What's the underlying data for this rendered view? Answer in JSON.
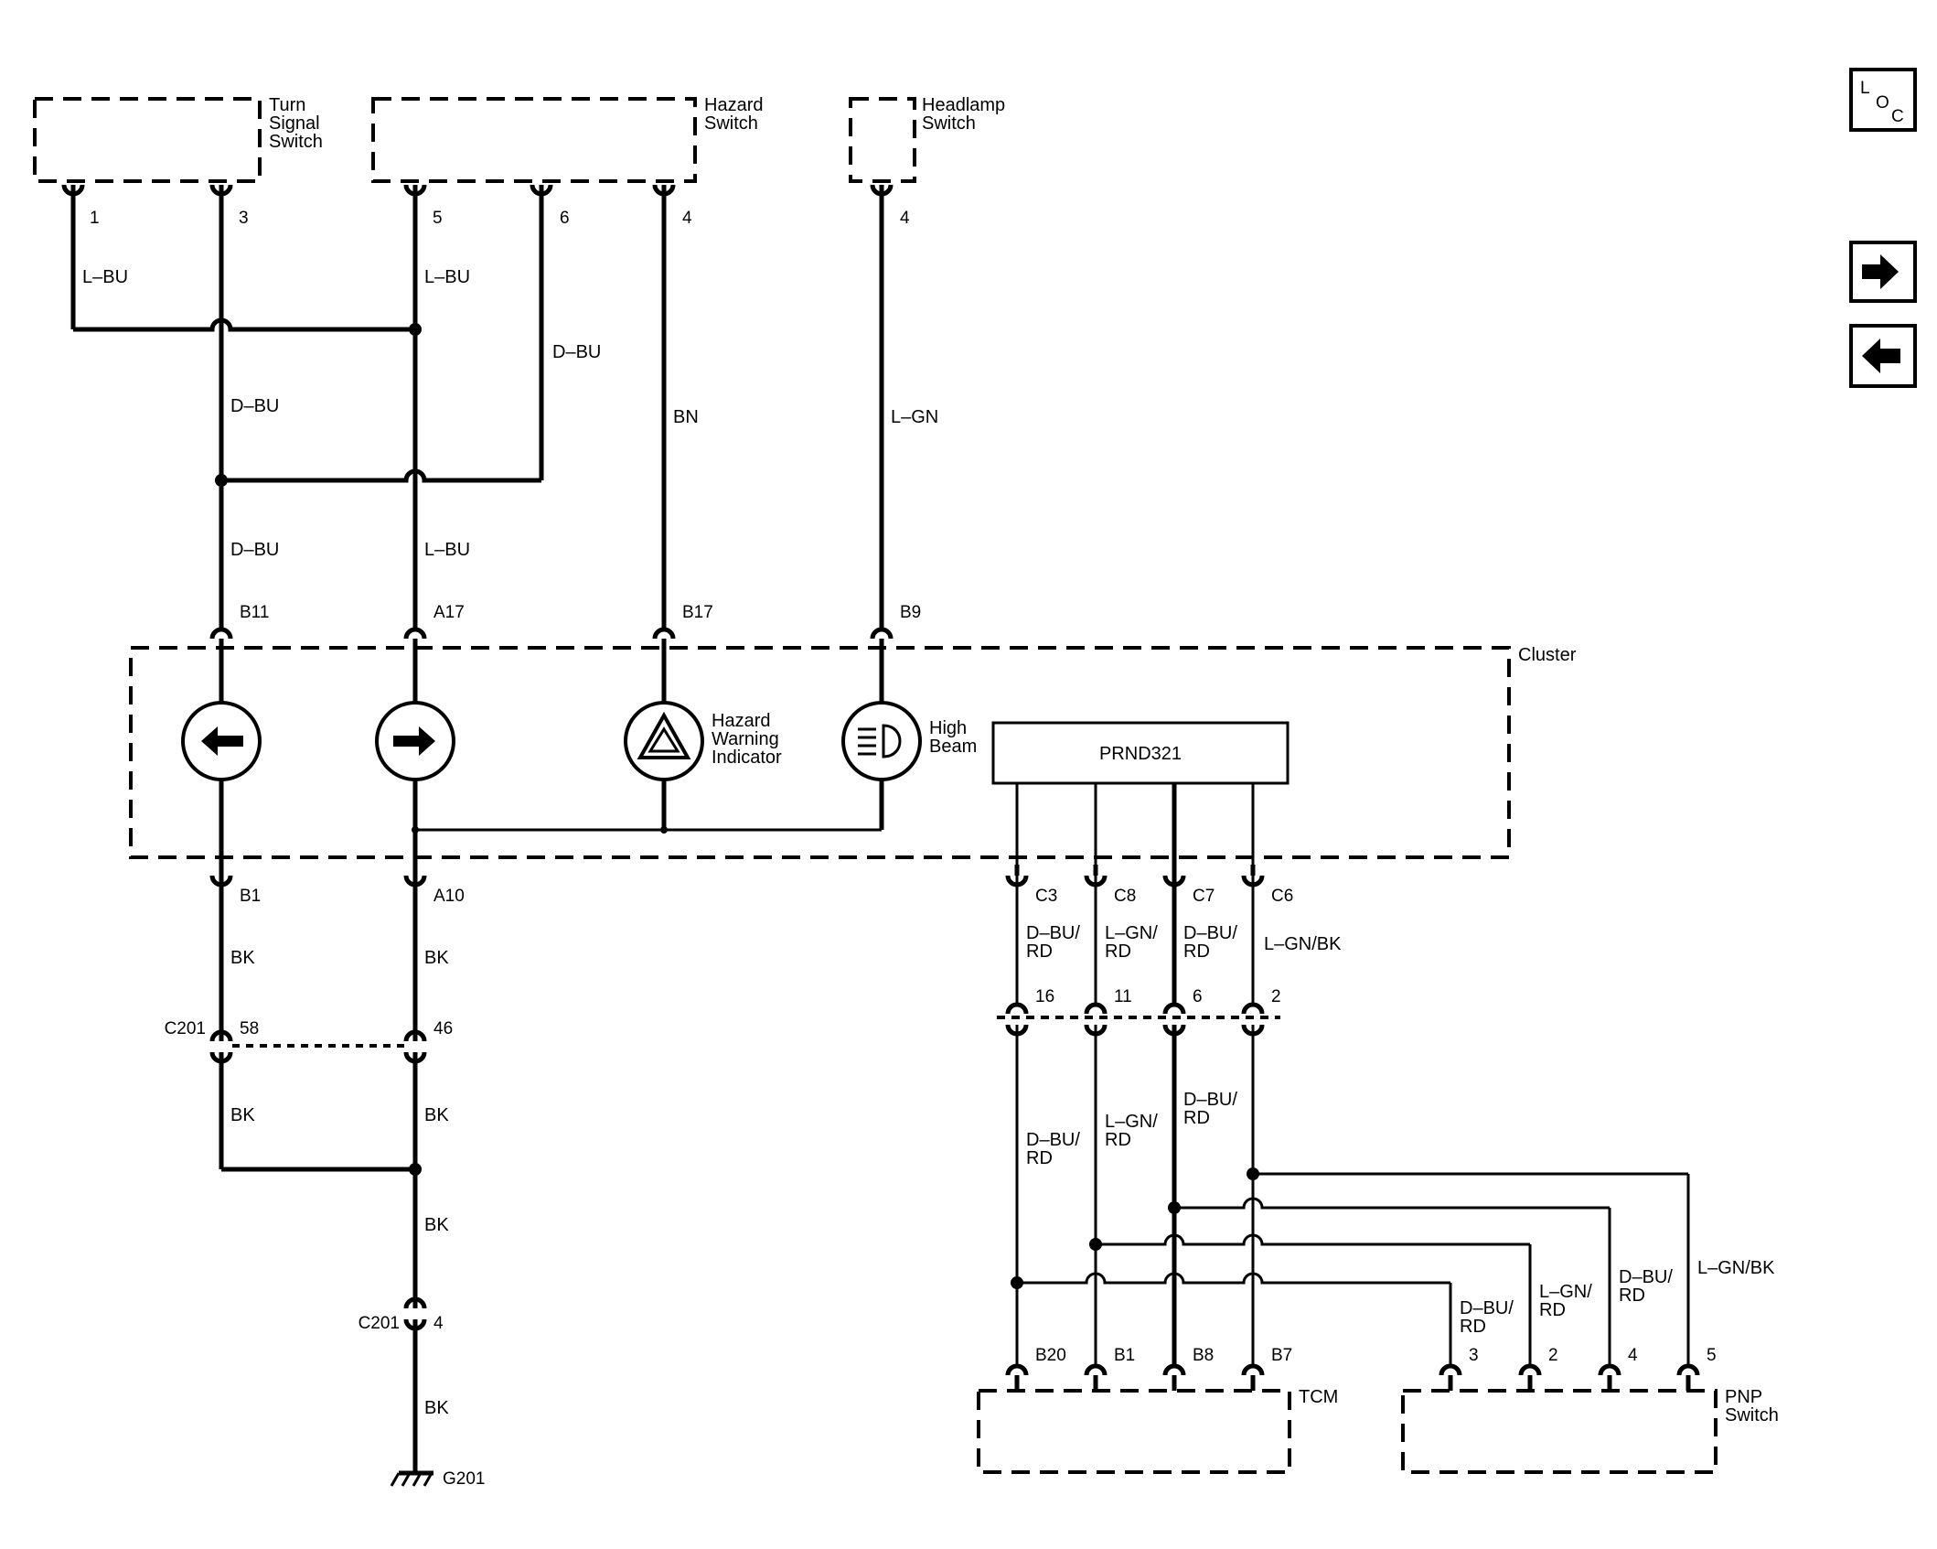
{
  "components": {
    "turn_signal_switch": [
      "Turn",
      "Signal",
      "Switch"
    ],
    "hazard_switch": [
      "Hazard",
      "Switch"
    ],
    "headlamp_switch": [
      "Headlamp",
      "Switch"
    ],
    "cluster": "Cluster",
    "hazard_indicator": [
      "Hazard",
      "Warning",
      "Indicator"
    ],
    "high_beam": [
      "High",
      "Beam"
    ],
    "prnd": "PRND321",
    "tcm": "TCM",
    "pnp_switch": [
      "PNP",
      "Switch"
    ],
    "ground": "G201"
  },
  "pins": {
    "ts1": "1",
    "ts3": "3",
    "hz5": "5",
    "hz6": "6",
    "hz4": "4",
    "hl4": "4",
    "b11": "B11",
    "a17": "A17",
    "b17": "B17",
    "b9": "B9",
    "b1": "B1",
    "a10": "A10",
    "c3": "C3",
    "c8": "C8",
    "c7": "C7",
    "c6": "C6",
    "p16": "16",
    "p11": "11",
    "p6": "6",
    "p2": "2",
    "c201_a": "C201",
    "p58": "58",
    "p46": "46",
    "c201_b": "C201",
    "p4": "4",
    "b20": "B20",
    "tb1": "B1",
    "b8": "B8",
    "b7": "B7",
    "pn3": "3",
    "pn2": "2",
    "pn4": "4",
    "pn5": "5"
  },
  "wires": {
    "lbu1": "L–BU",
    "lbu2": "L–BU",
    "dbu_r": "D–BU",
    "bn": "BN",
    "lgn": "L–GN",
    "dbu1": "D–BU",
    "dbu2": "D–BU",
    "lbu3": "L–BU",
    "bk1": "BK",
    "bk2": "BK",
    "bk3": "BK",
    "bk4": "BK",
    "bk5": "BK",
    "bk6": "BK",
    "c3w": [
      "D–BU/",
      "RD"
    ],
    "c8w": [
      "L–GN/",
      "RD"
    ],
    "c7w": [
      "D–BU/",
      "RD"
    ],
    "c6w": "L–GN/BK",
    "m1": [
      "D–BU/",
      "RD"
    ],
    "m2": [
      "L–GN/",
      "RD"
    ],
    "m3": [
      "D–BU/",
      "RD"
    ],
    "p3w": [
      "D–BU/",
      "RD"
    ],
    "p2w": [
      "L–GN/",
      "RD"
    ],
    "p4w": [
      "D–BU/",
      "RD"
    ],
    "p5w": "L–GN/BK"
  },
  "nav": {
    "loc": [
      "L",
      "O",
      "C"
    ],
    "next_icon": "arrow-right-icon",
    "prev_icon": "arrow-left-icon"
  }
}
